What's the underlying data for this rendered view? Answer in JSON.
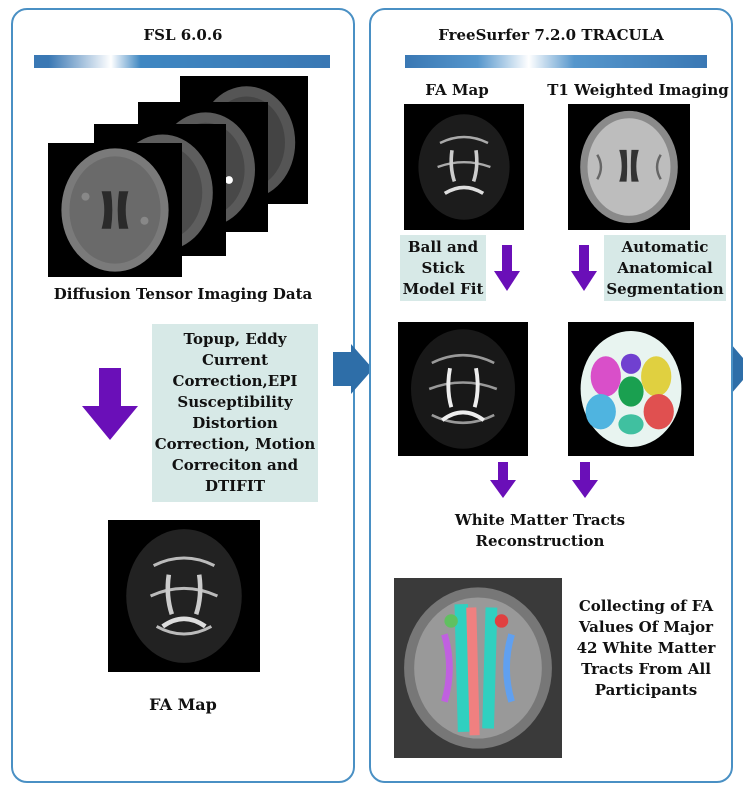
{
  "left_panel": {
    "title": "FSL 6.0.6",
    "dti_label": "Diffusion Tensor Imaging Data",
    "preprocess_lines": [
      "Topup, Eddy",
      "Current",
      "Correction,EPI",
      "Susceptibility",
      "Distortion",
      "Correction, Motion",
      "Correciton and",
      "DTIFIT"
    ],
    "fa_label": "FA Map"
  },
  "right_panel": {
    "title": "FreeSurfer 7.2.0 TRACULA",
    "fa_map_label": "FA Map",
    "t1_label": "T1 Weighted Imaging",
    "ball_stick_lines": [
      "Ball and",
      "Stick",
      "Model Fit"
    ],
    "segmentation_lines": [
      "Automatic",
      "Anatomical",
      "Segmentation"
    ],
    "tracts_lines": [
      "White Matter Tracts",
      "Reconstruction"
    ],
    "collect_lines": [
      "Collecting of FA",
      "Values Of Major",
      "42 White Matter",
      "Tracts From All",
      "Participants"
    ]
  },
  "colors": {
    "panel_border": "#4a90c4",
    "accent_bar": "#3a78b4",
    "process_box": "#d7e9e7",
    "arrow": "#6a0fb8",
    "connector": "#2e6ea8"
  }
}
